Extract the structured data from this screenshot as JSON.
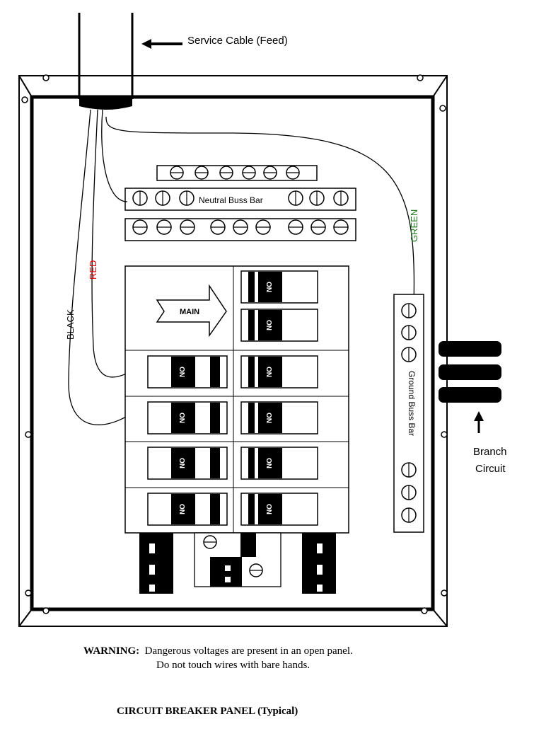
{
  "labels": {
    "service_cable": "Service Cable (Feed)",
    "neutral_buss_bar": "Neutral Buss Bar",
    "green": "GREEN",
    "red": "RED",
    "black": "BLACK",
    "main": "MAIN",
    "ground_buss_bar": "Ground Buss Bar",
    "branch_circuit_line1": "Branch",
    "branch_circuit_line2": "Circuit",
    "breaker_on": "ON"
  },
  "warning": {
    "heading": "WARNING:",
    "line1": "Dangerous voltages are present in an open panel.",
    "line2": "Do not touch wires with bare hands."
  },
  "caption": "CIRCUIT BREAKER PANEL (Typical)",
  "colors": {
    "line": "#000000",
    "red_wire_label": "#e00000",
    "green_wire_label": "#1a7a1a"
  }
}
